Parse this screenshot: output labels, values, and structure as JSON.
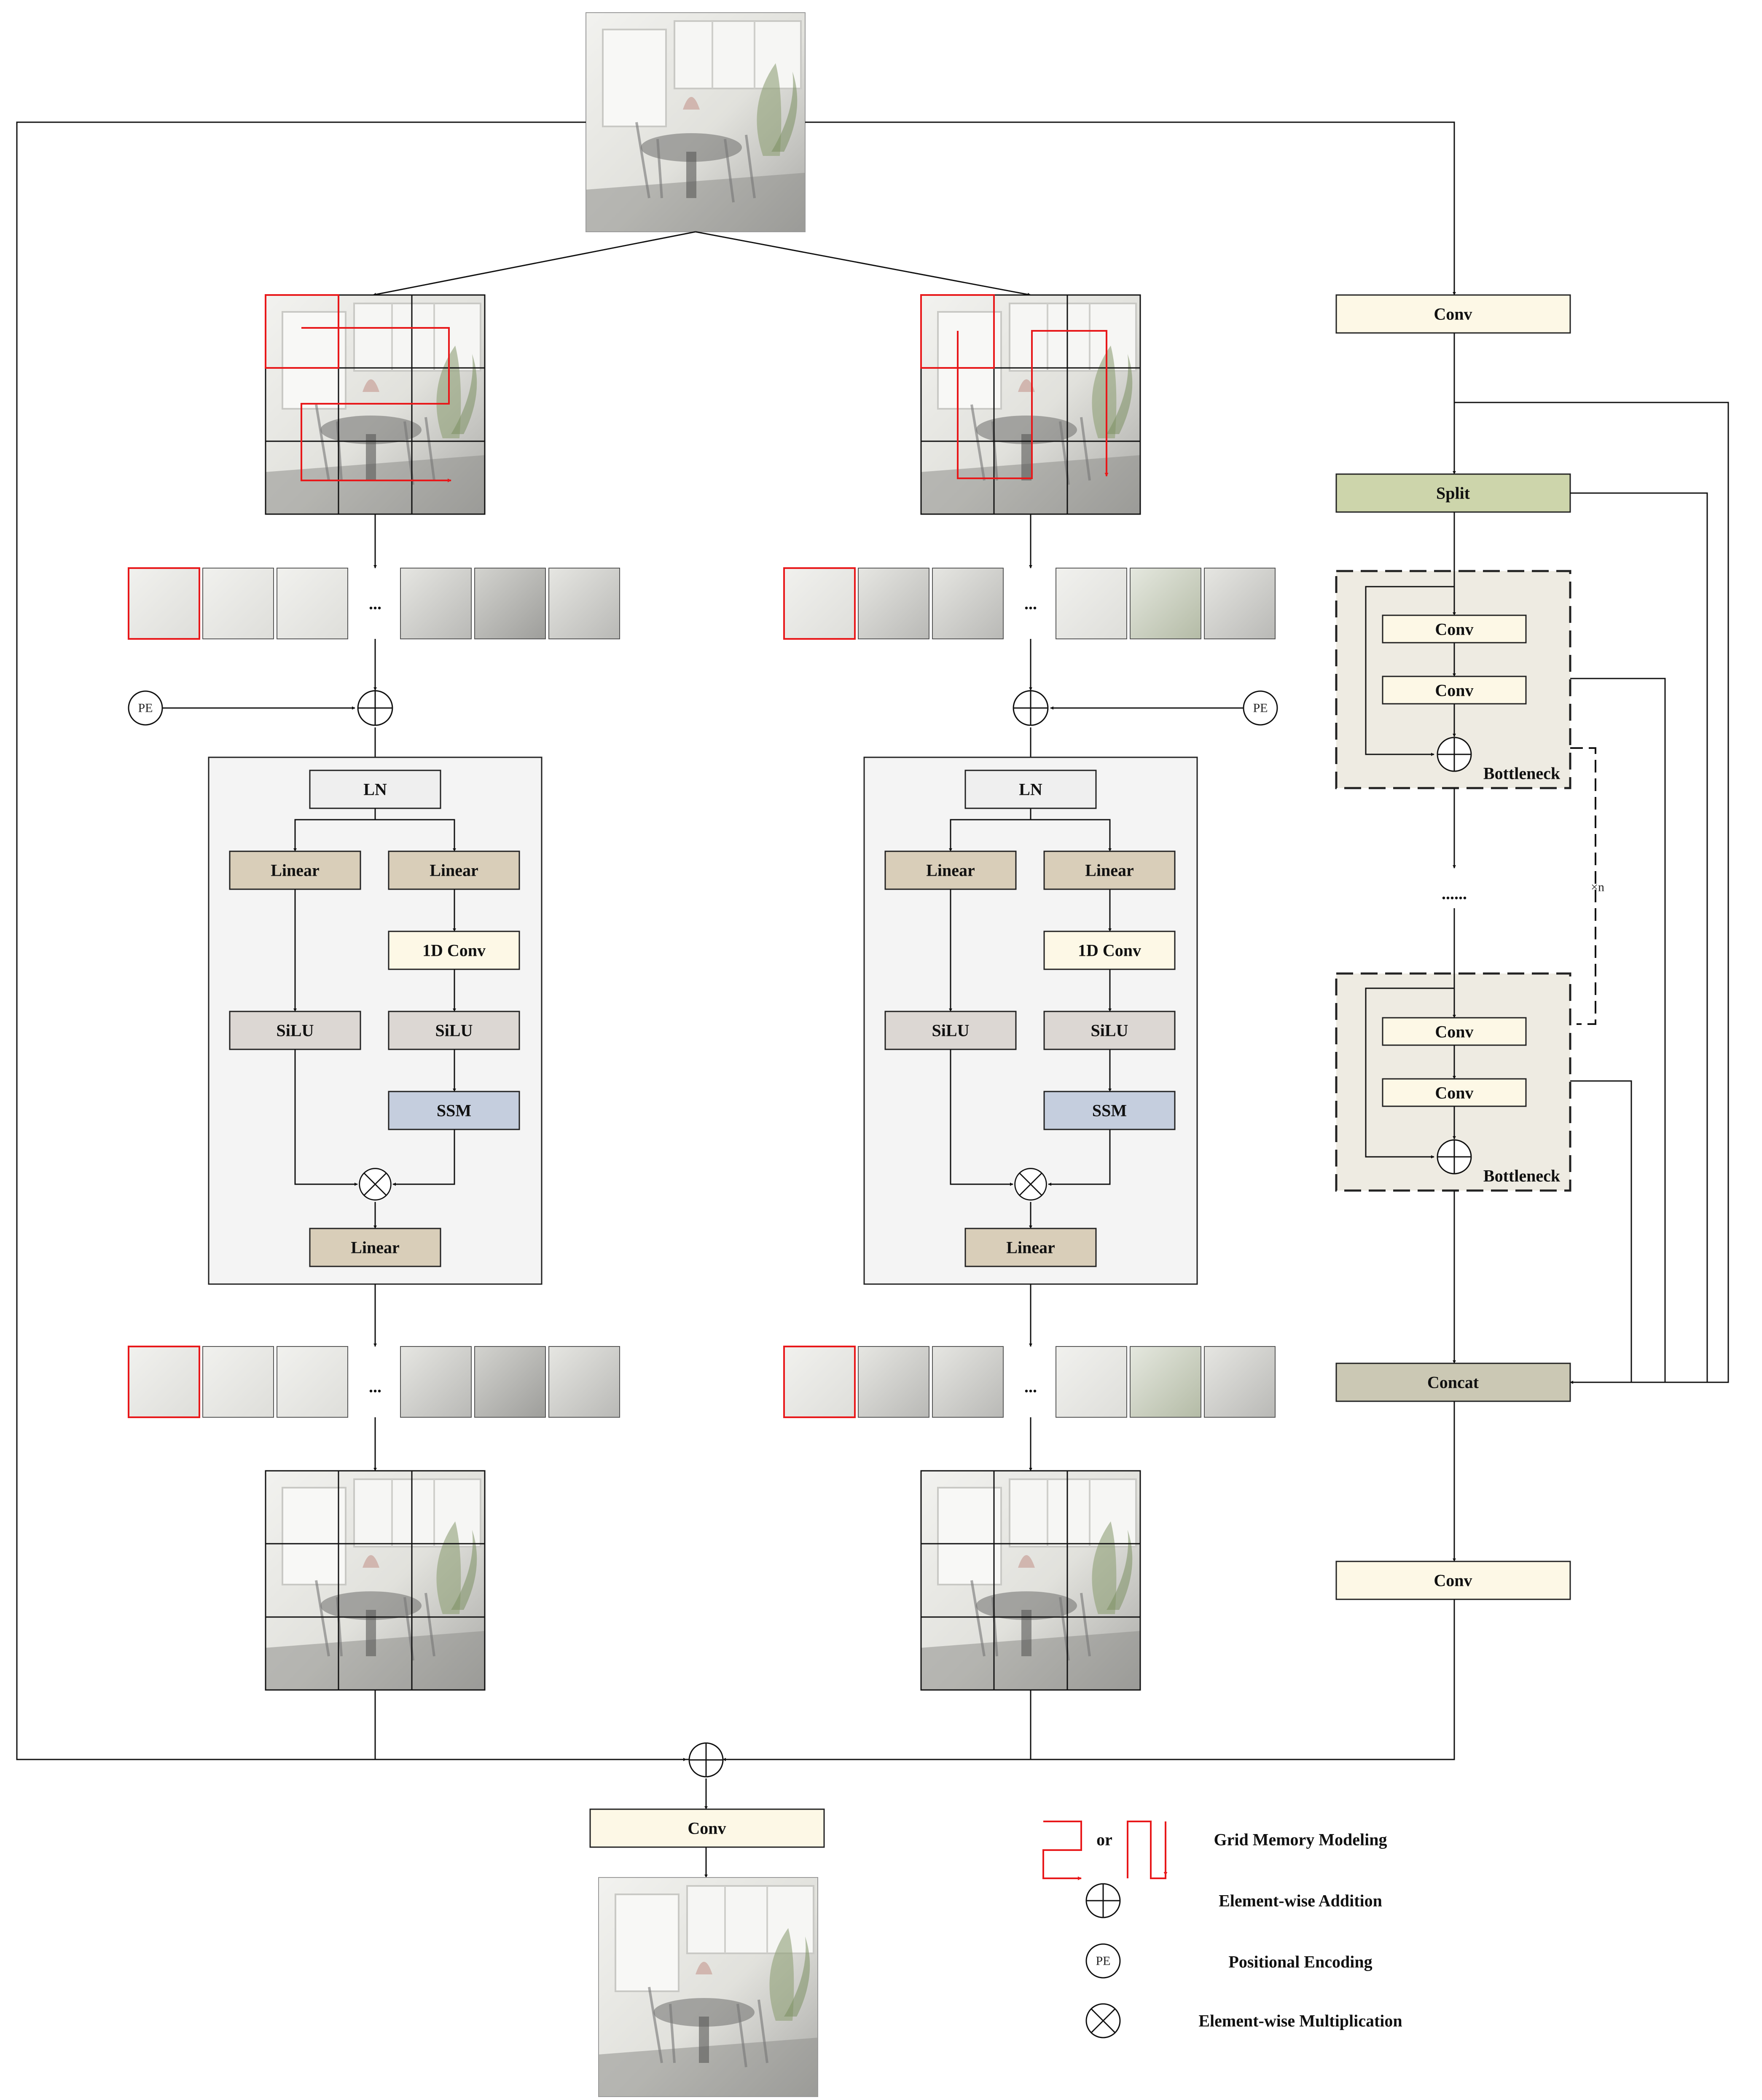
{
  "colors": {
    "conv_fill": "#fdf8e6",
    "split_fill": "#cdd5ab",
    "concat_fill": "#cbc8b4",
    "linear_fill": "#d9ceb9",
    "silu_fill": "#dcd7d3",
    "ln_fill": "#efefef",
    "ssm_fill": "#c5cede",
    "bottleneck_fill": "#eeebe2",
    "mamba_panel_fill": "#f4f4f4",
    "grid_memory_red": "#e8181a"
  },
  "labels": {
    "conv": "Conv",
    "split": "Split",
    "concat": "Concat",
    "bottleneck": "Bottleneck",
    "dots": "......",
    "times_n": "×n",
    "pe": "PE",
    "ln": "LN",
    "linear": "Linear",
    "conv1d": "1D Conv",
    "silu": "SiLU",
    "ssm": "SSM",
    "ellipsis": "..."
  },
  "legend": {
    "or": "or",
    "grid_memory": "Grid Memory Modeling",
    "addition": "Element-wise Addition",
    "pe_text": "Positional Encoding",
    "multiplication": "Element-wise Multiplication"
  },
  "icons": {
    "input_image": "interior-room-photo",
    "output_image": "interior-room-photo",
    "addition": "circle-plus-icon",
    "multiplication": "circle-times-icon",
    "pe": "circle-pe-icon"
  }
}
